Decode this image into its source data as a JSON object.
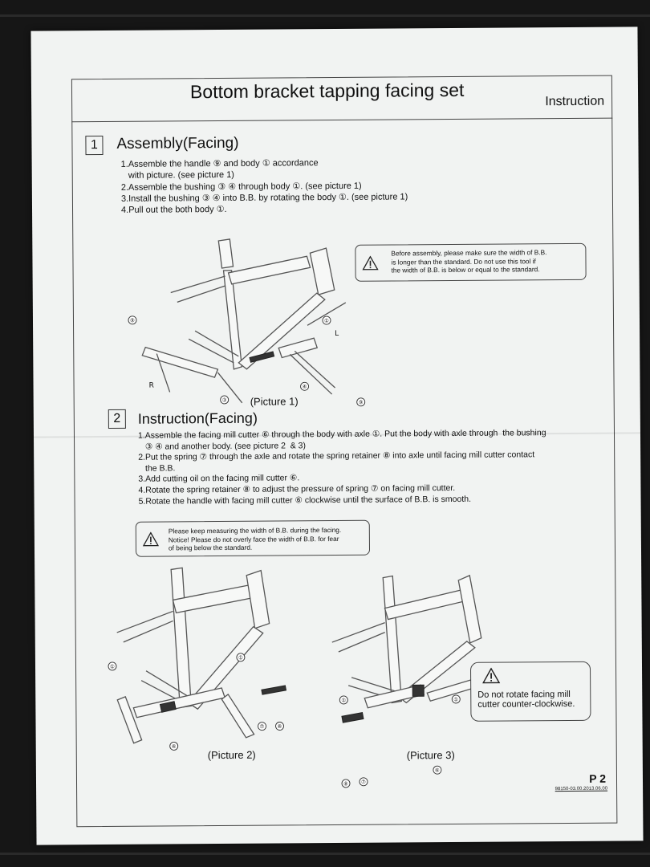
{
  "header": {
    "title": "Bottom bracket tapping facing set",
    "label": "Instruction"
  },
  "section1": {
    "number": "1",
    "title": "Assembly(Facing)",
    "steps": [
      "1.Assemble the handle ⑨ and body ① accordance",
      "   with picture. (see picture 1)",
      "2.Assemble the bushing ③ ④ through body ①. (see picture 1)",
      "3.Install the bushing ③ ④ into B.B. by rotating the body ①. (see picture 1)",
      "4.Pull out the both body ①."
    ],
    "warning": [
      "Before assembly, please make sure the width of B.B.",
      "is longer than the standard. Do not use this tool if",
      "the width of B.B. is below or equal to the standard."
    ],
    "caption": "(Picture 1)",
    "callouts": {
      "handle": "⑨",
      "body": "①",
      "bushing_a": "③",
      "bushing_b": "④",
      "left": "L",
      "right": "R"
    }
  },
  "section2": {
    "number": "2",
    "title": "Instruction(Facing)",
    "steps": [
      "1.Assemble the facing mill cutter ⑥ through the body with axle ①. Put the body with axle through  the bushing",
      "   ③ ④ and another body. (see picture 2  & 3)",
      "2.Put the spring ⑦ through the axle and rotate the spring retainer ⑧ into axle until facing mill cutter contact",
      "   the B.B.",
      "3.Add cutting oil on the facing mill cutter ⑥.",
      "4.Rotate the spring retainer ⑧ to adjust the pressure of spring ⑦ on facing mill cutter.",
      "5.Rotate the handle with facing mill cutter ⑥ clockwise until the surface of B.B.  is smooth."
    ],
    "warning": [
      "Please keep measuring the width of B.B. during the facing.",
      "Notice! Please do not overly face the  width of B.B. for fear",
      "of being below the standard."
    ],
    "caption2": "(Picture 2)",
    "caption3": "(Picture 3)",
    "warning2": [
      "Do not rotate facing mill",
      "cutter counter-clockwise."
    ],
    "callouts": {
      "body": "①",
      "cutter": "⑥",
      "spring": "⑦",
      "retainer": "⑧"
    }
  },
  "footer": {
    "page": "P 2",
    "code": "98150-03.00.2013.06.00"
  }
}
